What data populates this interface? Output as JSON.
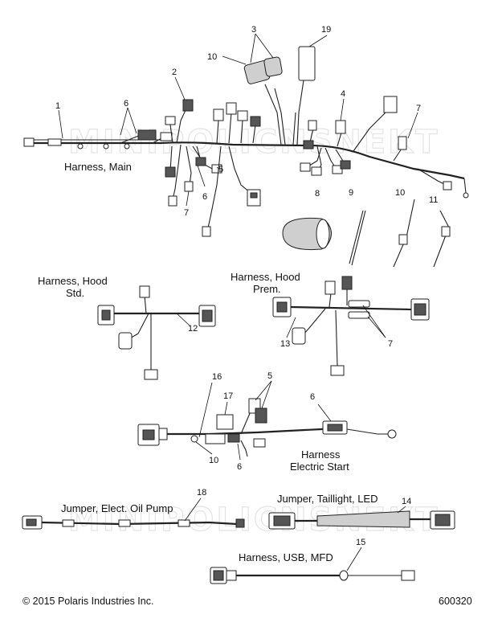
{
  "watermark": "MINIPOLICNSNEKT",
  "labels": {
    "harness_main": "Harness, Main",
    "harness_hood_std_1": "Harness, Hood",
    "harness_hood_std_2": "Std.",
    "harness_hood_prem_1": "Harness, Hood",
    "harness_hood_prem_2": "Prem.",
    "harness_electric_start_1": "Harness",
    "harness_electric_start_2": "Electric Start",
    "jumper_oil_pump": "Jumper, Elect. Oil Pump",
    "jumper_taillight": "Jumper, Taillight, LED",
    "harness_usb": "Harness, USB, MFD"
  },
  "callouts": {
    "c1": "1",
    "c2": "2",
    "c3": "3",
    "c4": "4",
    "c5a": "5",
    "c5b": "5",
    "c6a": "6",
    "c6b": "6",
    "c6c": "6",
    "c6d": "6",
    "c7a": "7",
    "c7b": "7",
    "c7c": "7",
    "c8": "8",
    "c9": "9",
    "c10a": "10",
    "c10b": "10",
    "c10c": "10",
    "c11": "11",
    "c12": "12",
    "c13": "13",
    "c14": "14",
    "c15": "15",
    "c16": "16",
    "c17": "17",
    "c18": "18",
    "c19": "19"
  },
  "footer": {
    "copyright": "© 2015 Polaris Industries Inc.",
    "figure_number": "600320"
  }
}
